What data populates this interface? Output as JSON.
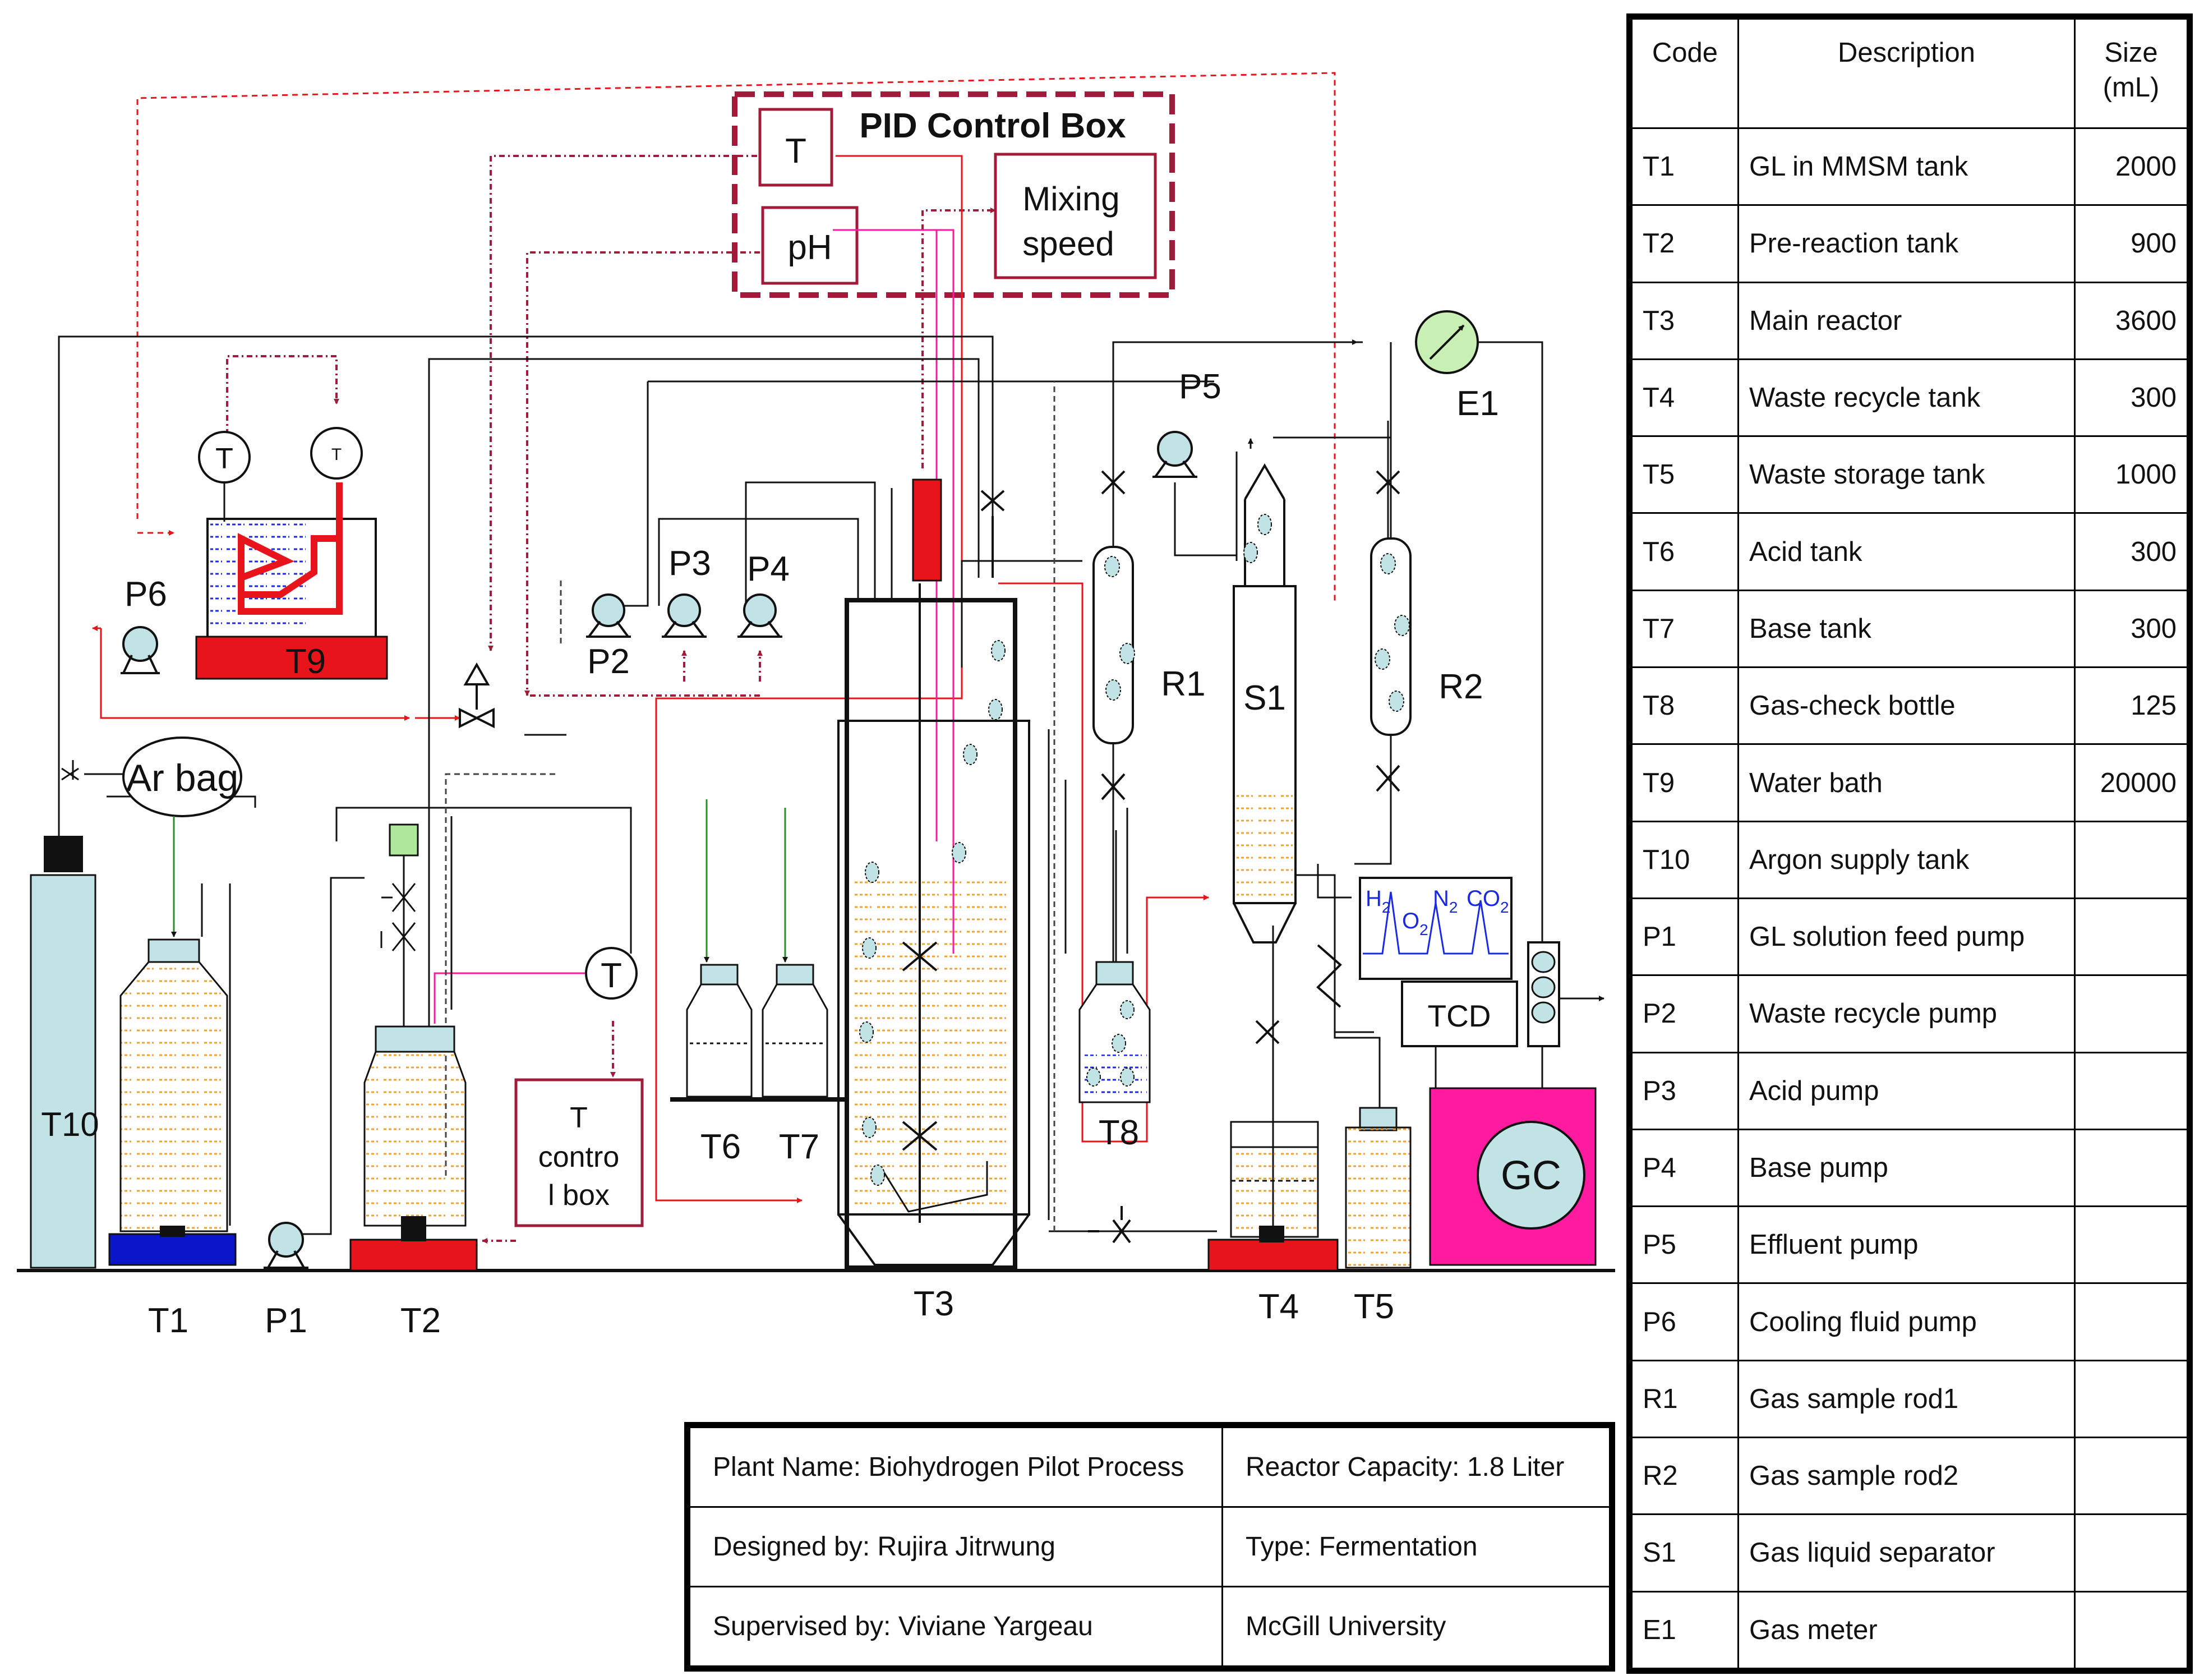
{
  "control_box": {
    "title": "PID Control Box",
    "t": "T",
    "ph": "pH",
    "mixing1": "Mixing",
    "mixing2": "speed"
  },
  "labels": {
    "t1": "T1",
    "t2": "T2",
    "t3": "T3",
    "t4": "T4",
    "t5": "T5",
    "t6": "T6",
    "t7": "T7",
    "t8": "T8",
    "t9": "T9",
    "t10": "T10",
    "p1": "P1",
    "p2": "P2",
    "p3": "P3",
    "p4": "P4",
    "p5": "P5",
    "p6": "P6",
    "r1": "R1",
    "r2": "R2",
    "s1": "S1",
    "e1": "E1",
    "ar_bag": "Ar bag",
    "gc": "GC",
    "tcd": "TCD",
    "temp_gauge": "T",
    "tcontrol1": "T",
    "tcontrol2": "contro",
    "tcontrol3": "l box",
    "gas_h": "H",
    "gas_h_sub": "2",
    "gas_o": "O",
    "gas_o_sub": "2",
    "gas_n": "N",
    "gas_n_sub": "2",
    "gas_c": "CO",
    "gas_c_sub": "2"
  },
  "code_table": {
    "headers": {
      "code": "Code",
      "description": "Description",
      "size1": "Size",
      "size2": "(mL)"
    },
    "rows": [
      {
        "code": "T1",
        "description": "GL in MMSM tank",
        "size": "2000"
      },
      {
        "code": "T2",
        "description": "Pre-reaction tank",
        "size": "900"
      },
      {
        "code": "T3",
        "description": "Main reactor",
        "size": "3600"
      },
      {
        "code": "T4",
        "description": "Waste recycle tank",
        "size": "300"
      },
      {
        "code": "T5",
        "description": "Waste storage tank",
        "size": "1000"
      },
      {
        "code": "T6",
        "description": "Acid tank",
        "size": "300"
      },
      {
        "code": "T7",
        "description": "Base tank",
        "size": "300"
      },
      {
        "code": "T8",
        "description": "Gas-check bottle",
        "size": "125"
      },
      {
        "code": "T9",
        "description": "Water bath",
        "size": "20000"
      },
      {
        "code": "T10",
        "description": "Argon supply tank",
        "size": ""
      },
      {
        "code": "P1",
        "description": "GL solution feed pump",
        "size": ""
      },
      {
        "code": "P2",
        "description": "Waste recycle pump",
        "size": ""
      },
      {
        "code": "P3",
        "description": "Acid pump",
        "size": ""
      },
      {
        "code": "P4",
        "description": "Base pump",
        "size": ""
      },
      {
        "code": "P5",
        "description": "Effluent pump",
        "size": ""
      },
      {
        "code": "P6",
        "description": "Cooling fluid pump",
        "size": ""
      },
      {
        "code": "R1",
        "description": "Gas sample rod1",
        "size": ""
      },
      {
        "code": "R2",
        "description": "Gas sample rod2",
        "size": ""
      },
      {
        "code": "S1",
        "description": "Gas liquid separator",
        "size": ""
      },
      {
        "code": "E1",
        "description": "Gas meter",
        "size": ""
      }
    ]
  },
  "title_block": {
    "plant_name": "Plant Name: Biohydrogen Pilot Process",
    "capacity": "Reactor Capacity: 1.8 Liter",
    "designed_by": "Designed by: Rujira Jitrwung",
    "type": "Type: Fermentation",
    "supervised_by": "Supervised by: Viviane Yargeau",
    "university": "McGill University"
  },
  "colors": {
    "red": "#e8141c",
    "crimson": "#a01c3a",
    "pink": "#ff1aa0",
    "tank_blue": "#0a14c8",
    "cylinder": "#c2e3e6",
    "meter_green": "#c8f0b4",
    "liquid": "#f0a030"
  }
}
